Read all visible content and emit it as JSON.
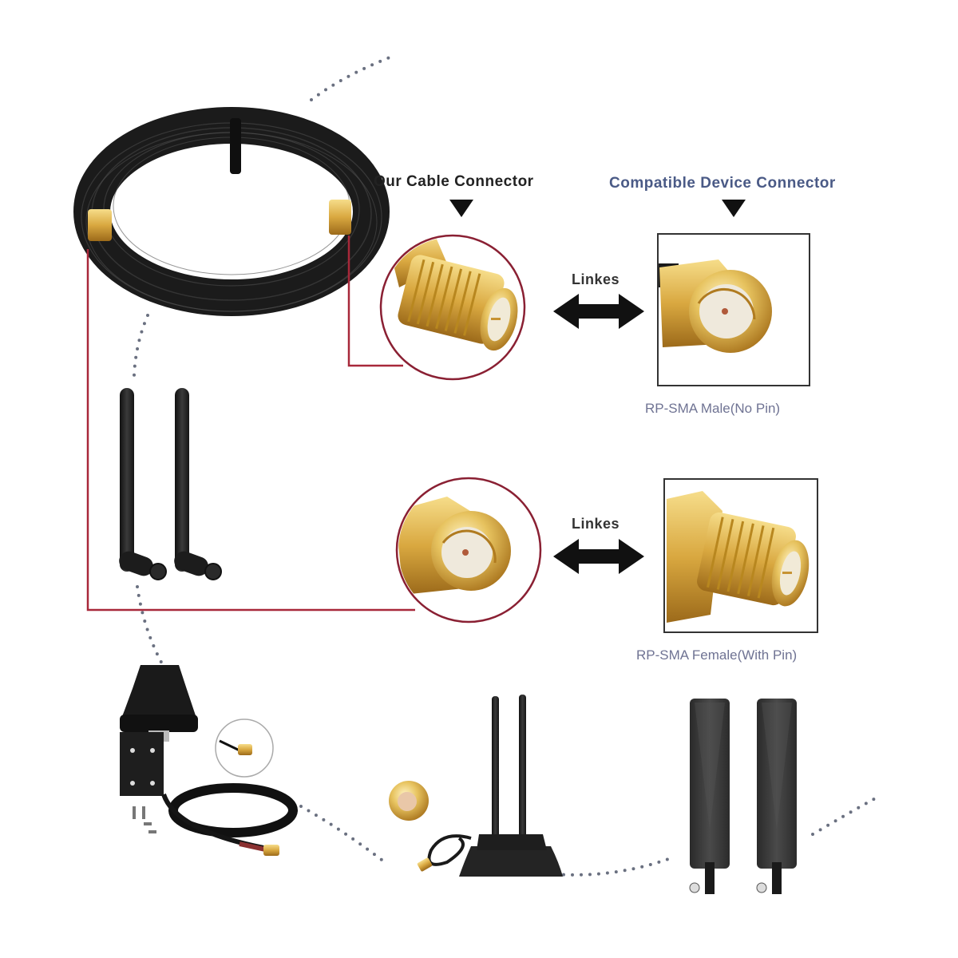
{
  "header": {
    "our_cable_connector": "Our Cable Connector",
    "compatible_device_connector": "Compatible Device Connector"
  },
  "rows": [
    {
      "link_label": "Linkes",
      "our_connector": "RP-SMA female",
      "device_caption": "RP-SMA Male(No Pin)"
    },
    {
      "link_label": "Linkes",
      "our_connector": "RP-SMA male",
      "device_caption": "RP-SMA Female(With Pin)"
    }
  ],
  "colors": {
    "callout_line": "#a8283a",
    "dotted_connector": "#6a7080",
    "gold": "#d4a33a",
    "cable_black": "#1c1c1c",
    "caption_blue": "#4a5a86"
  }
}
